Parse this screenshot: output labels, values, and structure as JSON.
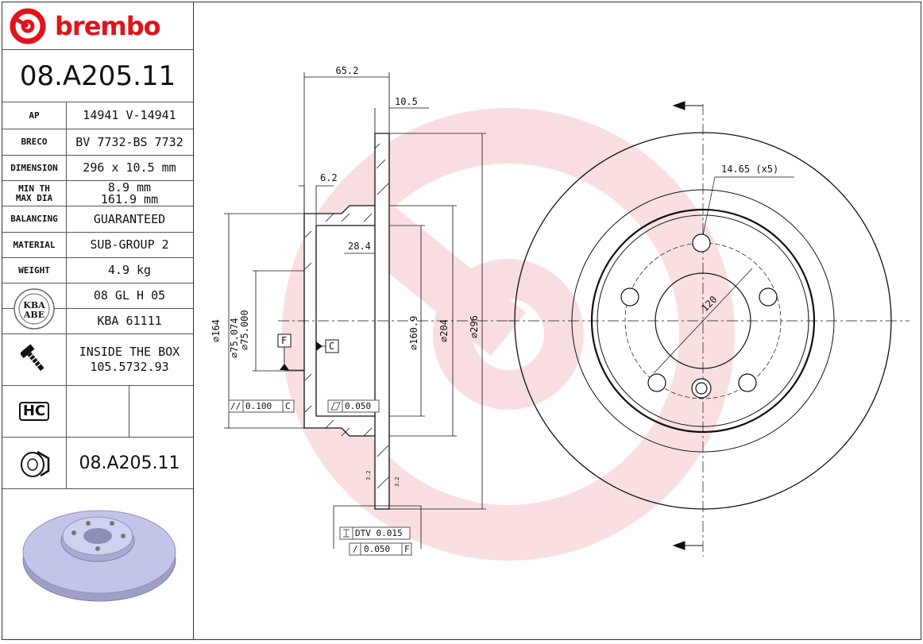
{
  "brand": {
    "name": "brembo",
    "color": "#e3131b"
  },
  "part_number": "08.A205.11",
  "specs": [
    {
      "label": "AP",
      "value": "14941 V-14941"
    },
    {
      "label": "BRECO",
      "value": "BV 7732-BS 7732"
    },
    {
      "label": "DIMENSION",
      "value": "296 x 10.5 mm"
    },
    {
      "label": "MIN TH\nMAX DIA",
      "value": "8.9 mm\n161.9 mm"
    },
    {
      "label": "BALANCING",
      "value": "GUARANTEED"
    },
    {
      "label": "MATERIAL",
      "value": "SUB-GROUP 2"
    },
    {
      "label": "WEIGHT",
      "value": "4.9 kg"
    }
  ],
  "kba": {
    "badge_top": "KBA",
    "badge_bottom": "ABE",
    "code1": "08 GL H 05",
    "code2": "KBA 61111"
  },
  "inside_box": {
    "icon": "screw-icon",
    "line1": "INSIDE THE BOX",
    "line2": "105.5732.93"
  },
  "hc": {
    "label": "HC"
  },
  "footer_part_number": "08.A205.11",
  "drawing": {
    "dims": {
      "d652": "65.2",
      "d105": "10.5",
      "d62": "6.2",
      "d284": "28.4",
      "d164": "⌀164",
      "d75": "⌀75.074",
      "d75b": "⌀75.000",
      "d1609": "⌀160.9",
      "d204": "⌀204",
      "d296": "⌀296",
      "holes": "14.65 (x5)",
      "pcd": "120",
      "r1": "3.2",
      "r2": "3.2"
    },
    "datum_f": "F",
    "datum_c": "C",
    "tol_parallel": {
      "sym": "//",
      "value": "0.100",
      "ref": "C"
    },
    "tol_flat": {
      "value": "0.050"
    },
    "tol_dtv": {
      "value": "DTV 0.015"
    },
    "tol_runout": {
      "sym": "/",
      "value": "0.050",
      "ref": "F"
    },
    "watermark_color": "#f9d9dc"
  }
}
